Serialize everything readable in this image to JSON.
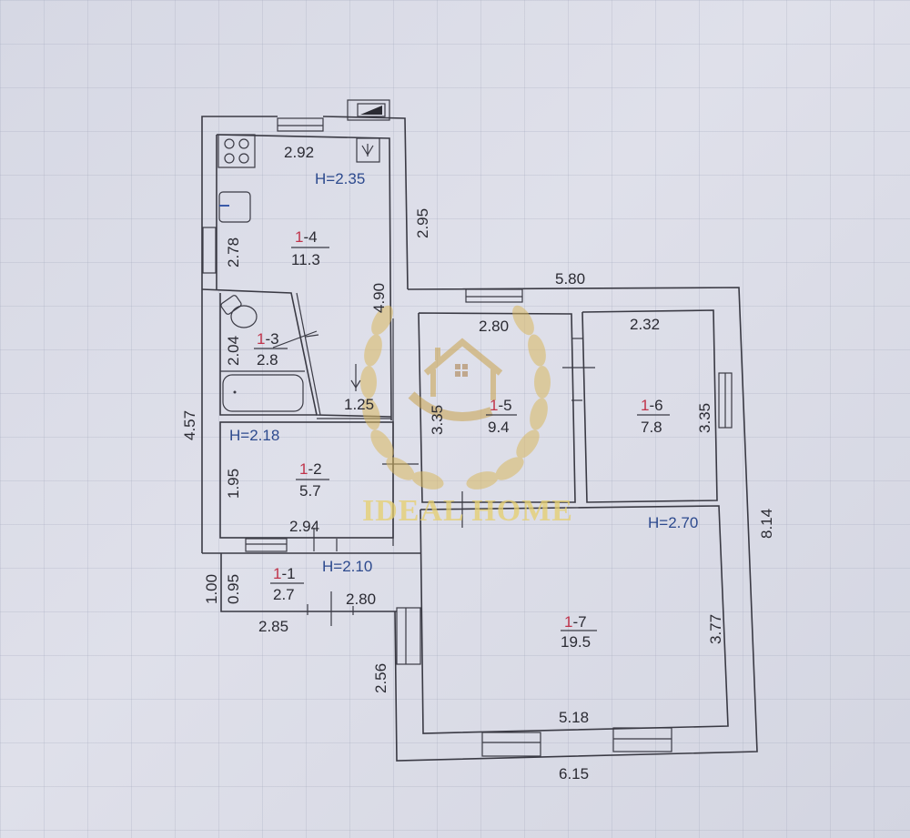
{
  "plan": {
    "rooms": [
      {
        "id_prefix": "1",
        "id_suffix": "-1",
        "area": "2.7"
      },
      {
        "id_prefix": "1",
        "id_suffix": "-2",
        "area": "5.7"
      },
      {
        "id_prefix": "1",
        "id_suffix": "-3",
        "area": "2.8"
      },
      {
        "id_prefix": "1",
        "id_suffix": "-4",
        "area": "11.3"
      },
      {
        "id_prefix": "1",
        "id_suffix": "-5",
        "area": "9.4"
      },
      {
        "id_prefix": "1",
        "id_suffix": "-6",
        "area": "7.8"
      },
      {
        "id_prefix": "1",
        "id_suffix": "-7",
        "area": "19.5"
      }
    ],
    "heights": {
      "kitchen": "H=2.35",
      "hall": "H=2.18",
      "entry": "H=2.10",
      "living": "H=2.70"
    },
    "dimensions": {
      "kitchen_width": "2.92",
      "kitchen_depth": "2.78",
      "kitchen_outer_right": "2.95",
      "corridor_len": "4.90",
      "bath_depth": "2.04",
      "bath_door": "1.25",
      "left_outer": "4.57",
      "hall_depth": "1.95",
      "hall_width": "2.94",
      "entry_outer": "1.00",
      "entry_depth": "0.95",
      "entry_width": "2.85",
      "entry_inner": "2.80",
      "top_outer": "5.80",
      "room5_width": "2.80",
      "room5_depth": "3.35",
      "room6_width": "2.32",
      "room6_depth": "3.35",
      "right_outer": "8.14",
      "living_depth": "3.77",
      "living_width": "5.18",
      "bottom_outer": "6.15",
      "left_lower_outer": "2.56"
    }
  },
  "watermark": {
    "text": "IDEAL HOME",
    "color": "#e6cf6e"
  }
}
